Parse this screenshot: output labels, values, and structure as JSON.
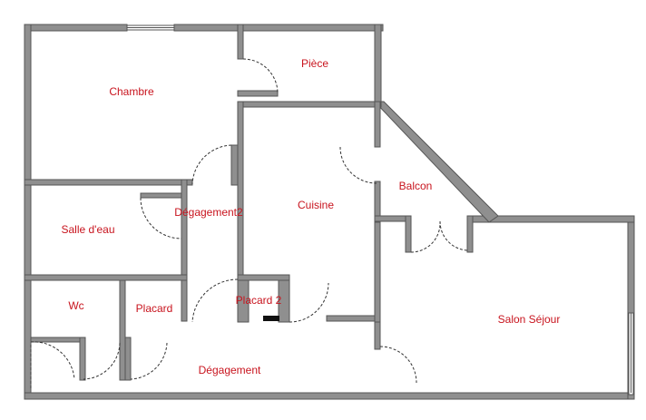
{
  "floorplan": {
    "wall_color": "#8a8a8a",
    "wall_edge_color": "#555555",
    "label_color": "#c8141e",
    "rooms": {
      "chambre": "Chambre",
      "piece": "Pièce",
      "cuisine": "Cuisine",
      "balcon": "Balcon",
      "degagement2": "Dégagement2",
      "salle_eau": "Salle d'eau",
      "wc": "Wc",
      "placard": "Placard",
      "placard2": "Placard 2",
      "salon_sejour": "Salon Séjour",
      "degagement": "Dégagement"
    }
  }
}
